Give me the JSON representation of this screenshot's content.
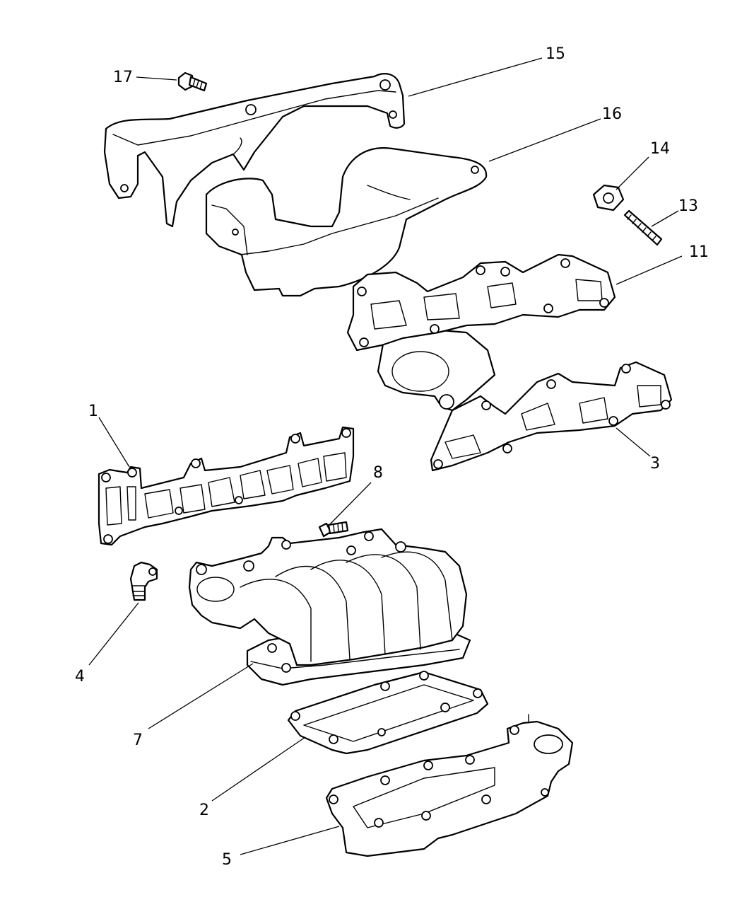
{
  "diagram": {
    "callouts": {
      "c1": "1",
      "c2": "2",
      "c3": "3",
      "c4": "4",
      "c5": "5",
      "c7": "7",
      "c8": "8",
      "c11": "11",
      "c13": "13",
      "c14": "14",
      "c15": "15",
      "c16": "16",
      "c17": "17"
    }
  }
}
